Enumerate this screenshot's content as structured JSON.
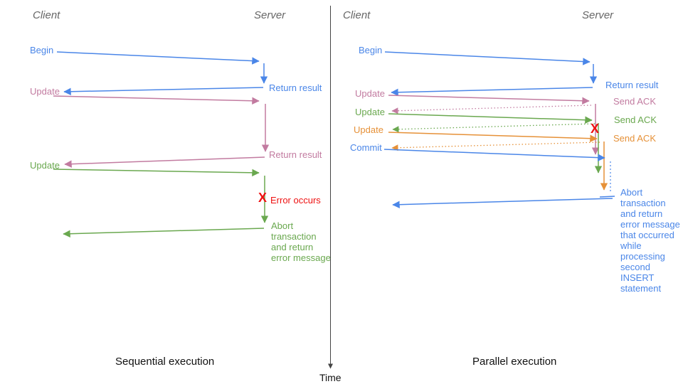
{
  "palette": {
    "blue": "#4a86e8",
    "pink": "#c27ba0",
    "green": "#6aa84f",
    "orange": "#e69138",
    "red": "#ee1111",
    "gray": "#666666",
    "axis": "#444444"
  },
  "timeline": {
    "label": "Time"
  },
  "left": {
    "title": "Sequential execution",
    "client_label": "Client",
    "server_label": "Server",
    "begin_label": "Begin",
    "return_result_1": "Return result",
    "update_1_label": "Update",
    "return_result_2": "Return result",
    "update_2_label": "Update",
    "error_x": "X",
    "error_label": "Error occurs",
    "abort_note": "Abort\ntransaction\nand return\nerror message"
  },
  "right": {
    "title": "Parallel execution",
    "client_label": "Client",
    "server_label": "Server",
    "begin_label": "Begin",
    "return_result": "Return result",
    "update_1_label": "Update",
    "send_ack_1": "Send ACK",
    "update_2_label": "Update",
    "send_ack_2": "Send ACK",
    "update_3_label": "Update",
    "send_ack_3": "Send ACK",
    "commit_label": "Commit",
    "error_x": "X",
    "abort_note": "Abort\ntransaction\nand return\nerror message\nthat occurred\nwhile\nprocessing\nsecond\nINSERT\nstatement"
  }
}
